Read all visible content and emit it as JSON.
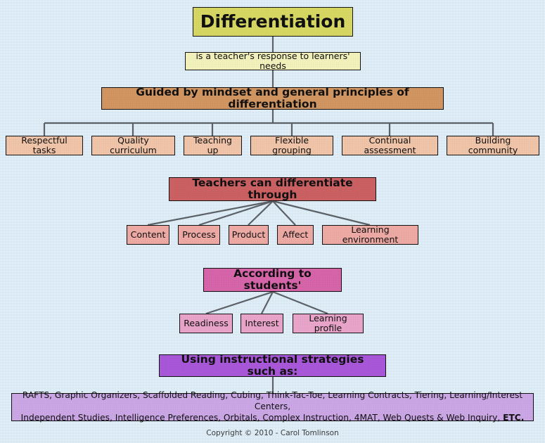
{
  "diagram": {
    "title_node": {
      "label": "Differentiation",
      "color": "#d6d662"
    },
    "definition_node": {
      "label": "is a teacher's response to learners' needs",
      "color": "#f2f0bb"
    },
    "guided_node": {
      "label": "Guided by mindset and general principles of differentiation",
      "color": "#d09560"
    },
    "principles": [
      {
        "label": "Respectful tasks"
      },
      {
        "label": "Quality curriculum"
      },
      {
        "label": "Teaching up"
      },
      {
        "label": "Flexible grouping"
      },
      {
        "label": "Continual assessment"
      },
      {
        "label": "Building community"
      }
    ],
    "principles_color": "#efc4a8",
    "teachers_node": {
      "label": "Teachers can differentiate through",
      "color": "#cb6063"
    },
    "elements": [
      {
        "label": "Content"
      },
      {
        "label": "Process"
      },
      {
        "label": "Product"
      },
      {
        "label": "Affect"
      },
      {
        "label": "Learning environment"
      }
    ],
    "elements_color": "#eda9a3",
    "according_node": {
      "label": "According to students'",
      "color": "#d664a9"
    },
    "student_traits": [
      {
        "label": "Readiness"
      },
      {
        "label": "Interest"
      },
      {
        "label": "Learning profile"
      }
    ],
    "student_traits_color": "#e9a4c9",
    "strategies_node": {
      "label": "Using instructional strategies such as:",
      "color": "#a857d9"
    },
    "strategies_list": {
      "line1": "RAFTS, Graphic Organizers, Scaffolded Reading, Cubing, Think-Tac-Toe, Learning Contracts, Tiering,  Learning/Interest Centers,",
      "line2_main": "Independent Studies, Intelligence Preferences, Orbitals, Complex Instruction, 4MAT, Web Quests & Web Inquiry, ",
      "line2_emphasis": "ETC.",
      "color": "#caa6e5"
    },
    "copyright": "Copyright © 2010 - Carol Tomlinson",
    "background_color": "#dcebf5",
    "connector_color": "#5b6166"
  }
}
